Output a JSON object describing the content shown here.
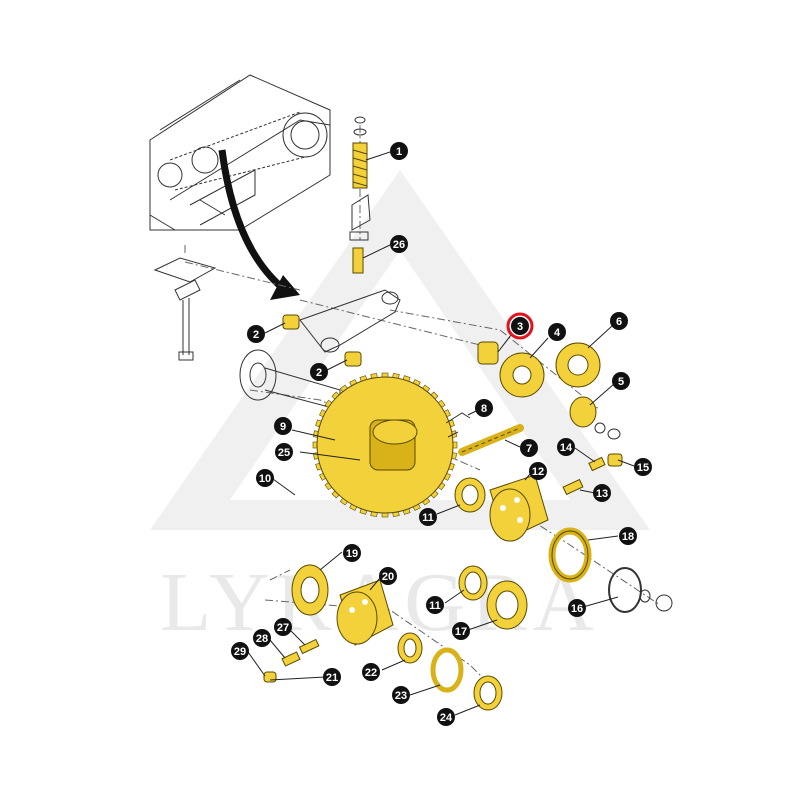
{
  "watermark": {
    "text": "LYRAGRA"
  },
  "callouts": [
    {
      "id": "c1",
      "label": "1",
      "highlight": false
    },
    {
      "id": "c26",
      "label": "26",
      "highlight": false
    },
    {
      "id": "c2a",
      "label": "2",
      "highlight": false
    },
    {
      "id": "c2b",
      "label": "2",
      "highlight": false
    },
    {
      "id": "c3",
      "label": "3",
      "highlight": true
    },
    {
      "id": "c4",
      "label": "4",
      "highlight": false
    },
    {
      "id": "c6",
      "label": "6",
      "highlight": false
    },
    {
      "id": "c5",
      "label": "5",
      "highlight": false
    },
    {
      "id": "c8",
      "label": "8",
      "highlight": false
    },
    {
      "id": "c7",
      "label": "7",
      "highlight": false
    },
    {
      "id": "c9",
      "label": "9",
      "highlight": false
    },
    {
      "id": "c25",
      "label": "25",
      "highlight": false
    },
    {
      "id": "c10",
      "label": "10",
      "highlight": false
    },
    {
      "id": "c14",
      "label": "14",
      "highlight": false
    },
    {
      "id": "c15",
      "label": "15",
      "highlight": false
    },
    {
      "id": "c12",
      "label": "12",
      "highlight": false
    },
    {
      "id": "c13",
      "label": "13",
      "highlight": false
    },
    {
      "id": "c11a",
      "label": "11",
      "highlight": false
    },
    {
      "id": "c18",
      "label": "18",
      "highlight": false
    },
    {
      "id": "c19",
      "label": "19",
      "highlight": false
    },
    {
      "id": "c20",
      "label": "20",
      "highlight": false
    },
    {
      "id": "c11b",
      "label": "11",
      "highlight": false
    },
    {
      "id": "c16",
      "label": "16",
      "highlight": false
    },
    {
      "id": "c17",
      "label": "17",
      "highlight": false
    },
    {
      "id": "c27",
      "label": "27",
      "highlight": false
    },
    {
      "id": "c28",
      "label": "28",
      "highlight": false
    },
    {
      "id": "c29",
      "label": "29",
      "highlight": false
    },
    {
      "id": "c21",
      "label": "21",
      "highlight": false
    },
    {
      "id": "c22",
      "label": "22",
      "highlight": false
    },
    {
      "id": "c23",
      "label": "23",
      "highlight": false
    },
    {
      "id": "c24",
      "label": "24",
      "highlight": false
    }
  ],
  "colors": {
    "part_fill": "#f2d13a",
    "callout_fill": "#111111",
    "highlight_ring": "#e0141e"
  }
}
